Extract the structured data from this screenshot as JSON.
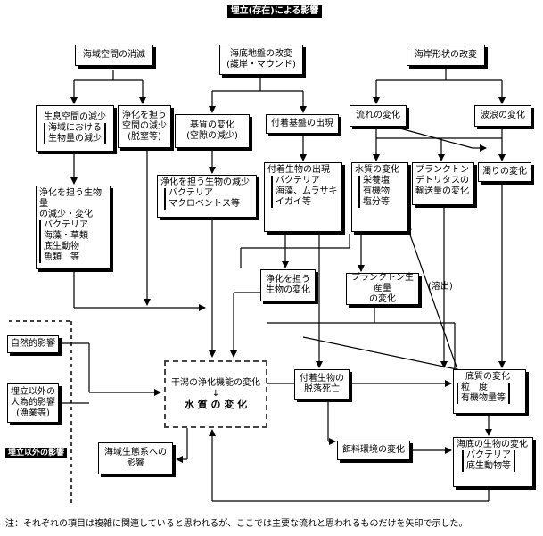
{
  "title": "埋立(存在)による影響",
  "boxes": {
    "b1": "海域空間の消滅",
    "b2_line1": "海底地盤の改変",
    "b2_line2": "(護岸・マウンド)",
    "b3": "海岸形状の改変",
    "c1_line1": "生息空間の減少",
    "c1_line2": "海域における",
    "c1_line3": "生物量の減少",
    "c2_line1": "浄化を担う",
    "c2_line2": "空間の減少",
    "c2_line3": "(脱窒等)",
    "c3_line1": "基質の変化",
    "c3_line2": "(空隙の減少)",
    "c4": "付着基盤の出現",
    "c5": "流れの変化",
    "c6": "波浪の変化",
    "d1_line1": "浄化を担う生物量",
    "d1_line2": "の減少・変化",
    "d1_items": [
      "バクテリア",
      "海藻・草類",
      "底生動物",
      "魚類　等"
    ],
    "d2_line1": "浄化を担う生物の減少",
    "d2_line2": "バクテリア",
    "d2_line3": "マクロベントス等",
    "d3_line1": "付着生物の出現",
    "d3_items": [
      "バクテリア",
      "海藻、ムラサキ",
      "イガイ等"
    ],
    "d4_line1": "水質の変化",
    "d4_items": [
      "栄養塩",
      "有機物",
      "塩分等"
    ],
    "d5": [
      "プランクトン",
      "デトリタスの",
      "輸送量の変化"
    ],
    "d6": "濁りの変化",
    "e1_line1": "浄化を担う",
    "e1_line2": "生物の変化",
    "e2_line1": "プランクトン生産量",
    "e2_line2": "の変化",
    "elution": "(溶出)",
    "left1": "自然的影響",
    "left2": [
      "埋立以外の",
      "人為的影響",
      "(漁業等)"
    ],
    "left_tag": "埋立以外の影響",
    "center_line1": "干潟の浄化機能の変化",
    "center_arrow": "↓",
    "center_line2": "水 質 の 変 化",
    "f1_line1": "付着生物の",
    "f1_line2": "脱落死亡",
    "f2_line1": "底質の変化",
    "f2_line2": "粒　度",
    "f2_line3": "有機物量等",
    "g1": [
      "海域生態系への",
      "影響"
    ],
    "g2": "餌料環境の変化",
    "g3_line1": "海底の生物の変化",
    "g3_line2": "バクテリア",
    "g3_line3": "底生動物等"
  },
  "note": "注：それぞれの項目は複雑に関連していると思われるが、ここでは主要な流れと思われるものだけを矢印で示した。"
}
